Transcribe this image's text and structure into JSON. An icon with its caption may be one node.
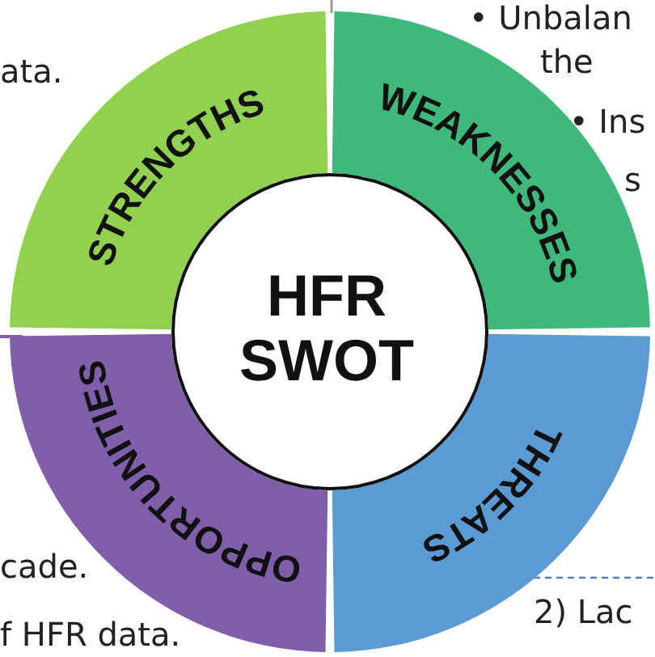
{
  "diagram": {
    "nodes": [
      {
        "text": [
          "STRENGTHS"
        ]
      },
      {
        "text": [
          "WEAKNESSES"
        ]
      },
      {
        "text": [
          "OPPORTUNITIES"
        ]
      },
      {
        "text": [
          "THREATS"
        ]
      },
      {
        "text": [
          "HFR SWOT"
        ]
      }
    ],
    "labels": [
      "• Unbalan",
      "ata.",
      "the",
      "• Ins",
      "s",
      "cade.",
      "2) Lac",
      "f HFR data."
    ]
  }
}
